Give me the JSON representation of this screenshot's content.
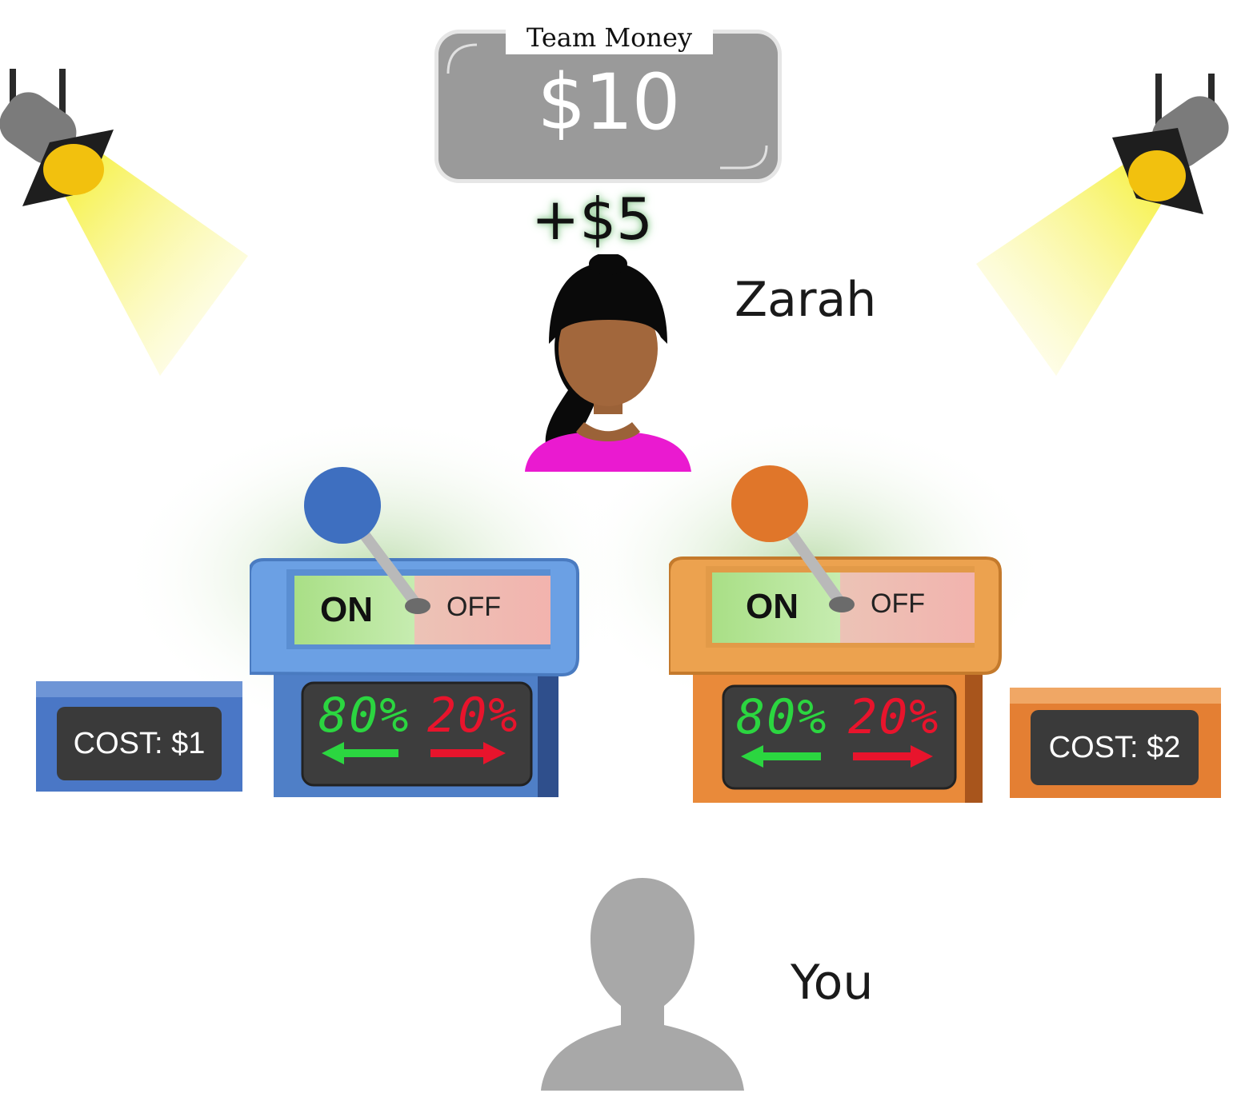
{
  "team_money": {
    "label": "Team Money",
    "value": "$10",
    "gain": "+$5"
  },
  "teammate": {
    "name": "Zarah",
    "avatar_icon": "woman-avatar-icon"
  },
  "player": {
    "name": "You",
    "avatar_icon": "silhouette-avatar-icon"
  },
  "machines": [
    {
      "color": "#5b8fd4",
      "knob_color": "#3e6fc0",
      "on_label": "ON",
      "off_label": "OFF",
      "left_percent": "80%",
      "right_percent": "20%",
      "cost": "COST: $1"
    },
    {
      "color": "#e98e3f",
      "knob_color": "#e0762a",
      "on_label": "ON",
      "off_label": "OFF",
      "left_percent": "80%",
      "right_percent": "20%",
      "cost": "COST: $2"
    }
  ],
  "colors": {
    "spotlight_beam": "#f5f04a",
    "gain_glow": "#86c48a",
    "good": "#2bd640",
    "bad": "#e8142c"
  }
}
